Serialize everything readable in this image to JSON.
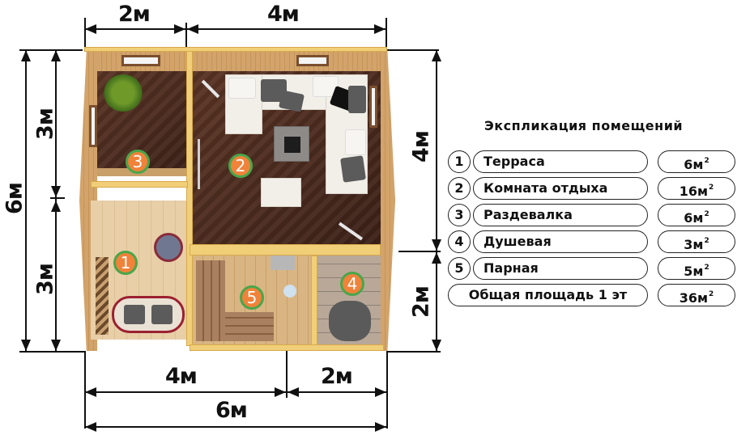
{
  "dimensions": {
    "top": [
      {
        "label": "2м",
        "segment": "left room width"
      },
      {
        "label": "4м",
        "segment": "right room width"
      }
    ],
    "bottom_upper": [
      {
        "label": "4м",
        "segment": "terrace + steam room width"
      },
      {
        "label": "2м",
        "segment": "shower width"
      }
    ],
    "bottom_total": {
      "label": "6м"
    },
    "left_total": {
      "label": "6м"
    },
    "left_parts": [
      {
        "label": "3м"
      },
      {
        "label": "3м"
      }
    ],
    "right_parts": [
      {
        "label": "4м"
      },
      {
        "label": "2м"
      }
    ]
  },
  "plan": {
    "rooms": [
      {
        "number": "1",
        "name": "Терраса"
      },
      {
        "number": "2",
        "name": "Комната отдыха"
      },
      {
        "number": "3",
        "name": "Раздевалка"
      },
      {
        "number": "4",
        "name": "Душевая"
      },
      {
        "number": "5",
        "name": "Парная"
      }
    ],
    "badge_colors": {
      "fill": "#f0823a",
      "ring": "#49a64a"
    }
  },
  "legend": {
    "title": "Экспликация помещений",
    "rows": [
      {
        "number": "1",
        "name": "Терраса",
        "area": "6м",
        "unit_sup": "2"
      },
      {
        "number": "2",
        "name": "Комната отдыха",
        "area": "16м",
        "unit_sup": "2"
      },
      {
        "number": "3",
        "name": "Раздевалка",
        "area": "6м",
        "unit_sup": "2"
      },
      {
        "number": "4",
        "name": "Душевая",
        "area": "3м",
        "unit_sup": "2"
      },
      {
        "number": "5",
        "name": "Парная",
        "area": "5м",
        "unit_sup": "2"
      }
    ],
    "total": {
      "name": "Общая площадь 1 эт",
      "area": "36м",
      "unit_sup": "2"
    }
  }
}
